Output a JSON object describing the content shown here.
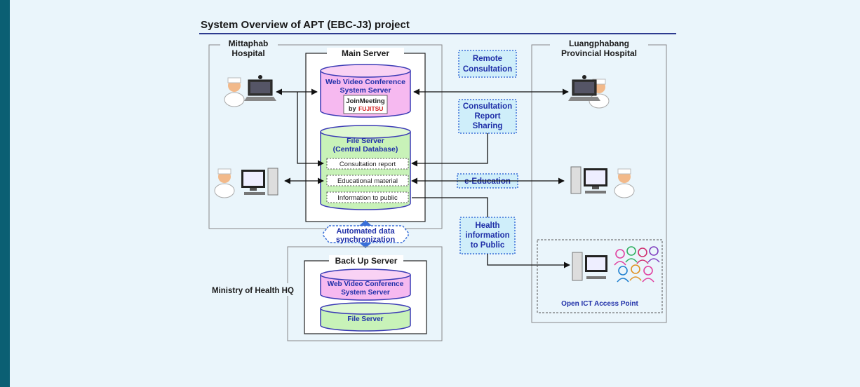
{
  "title": "System Overview of APT (EBC-J3) project",
  "groups": {
    "mittaphab_1": "Mittaphab",
    "mittaphab_2": "Hospital",
    "luang_1": "Luangphabang",
    "luang_2": "Provincial Hospital",
    "ministry": "Ministry of Health HQ",
    "access_point": "Open ICT Access Point"
  },
  "main_server": {
    "title": "Main Server",
    "web_video_1": "Web Video Conference",
    "web_video_2": "System Server",
    "joinmeeting": "JoinMeeting",
    "by": "by",
    "fujitsu": "FUJITSU",
    "file_server_1": "File Server",
    "file_server_2": "(Central Database)",
    "rows": [
      "Consultation report",
      "Educational material",
      "Information to public"
    ]
  },
  "backup_server": {
    "title": "Back Up Server",
    "web_video_1": "Web Video Conference",
    "web_video_2": "System Server",
    "file_server": "File Server"
  },
  "sync": {
    "line1": "Automated data",
    "line2": "synchronization"
  },
  "services": {
    "remote": [
      "Remote",
      "Consultation"
    ],
    "report": [
      "Consultation",
      "Report",
      "Sharing"
    ],
    "eedu": [
      "e-Education"
    ],
    "health": [
      "Health",
      "information",
      "to Public"
    ]
  },
  "colors": {
    "frame": "#0b5f73",
    "background": "#eaf5fb",
    "pink": "#f6b9f0",
    "green": "#c8f2b8",
    "blue_text": "#1f2fa8",
    "dashed": "#3a6fd8"
  }
}
